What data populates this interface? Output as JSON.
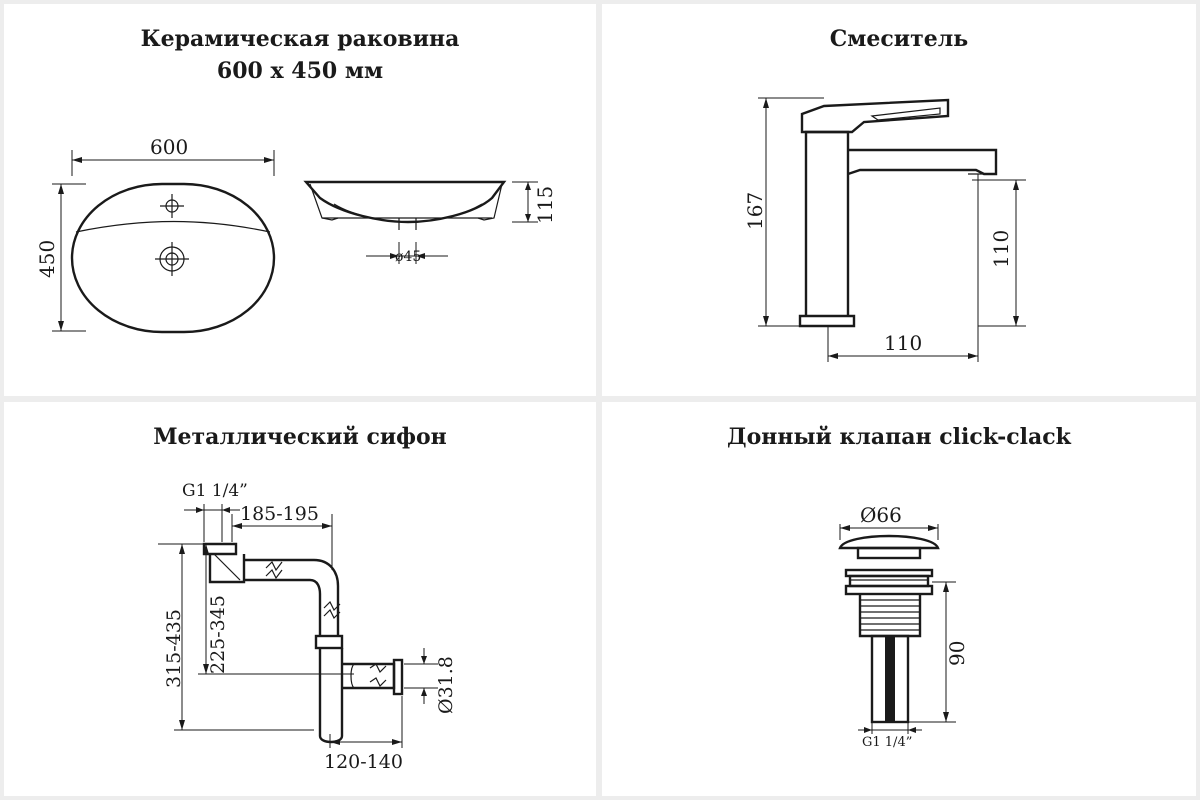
{
  "panels": {
    "sink": {
      "title_line1": "Керамическая раковина",
      "title_line2": "600 x 450 мм",
      "dim_width": "600",
      "dim_depth": "450",
      "dim_height": "115",
      "dim_drain": "ø45"
    },
    "faucet": {
      "title": "Смеситель",
      "dim_total_height": "167",
      "dim_spout_height": "110",
      "dim_spout_reach": "110"
    },
    "siphon": {
      "title": "Металлический сифон",
      "dim_thread": "G1 1/4”",
      "dim_horizontal": "185-195",
      "dim_total_height": "315-435",
      "dim_outlet_height": "225-345",
      "dim_outlet_diameter": "Ø31.8",
      "dim_outlet_reach": "120-140"
    },
    "valve": {
      "title": "Донный клапан click-clack",
      "dim_cap_diameter": "Ø66",
      "dim_height": "90",
      "dim_thread": "G1 1/4”"
    }
  }
}
